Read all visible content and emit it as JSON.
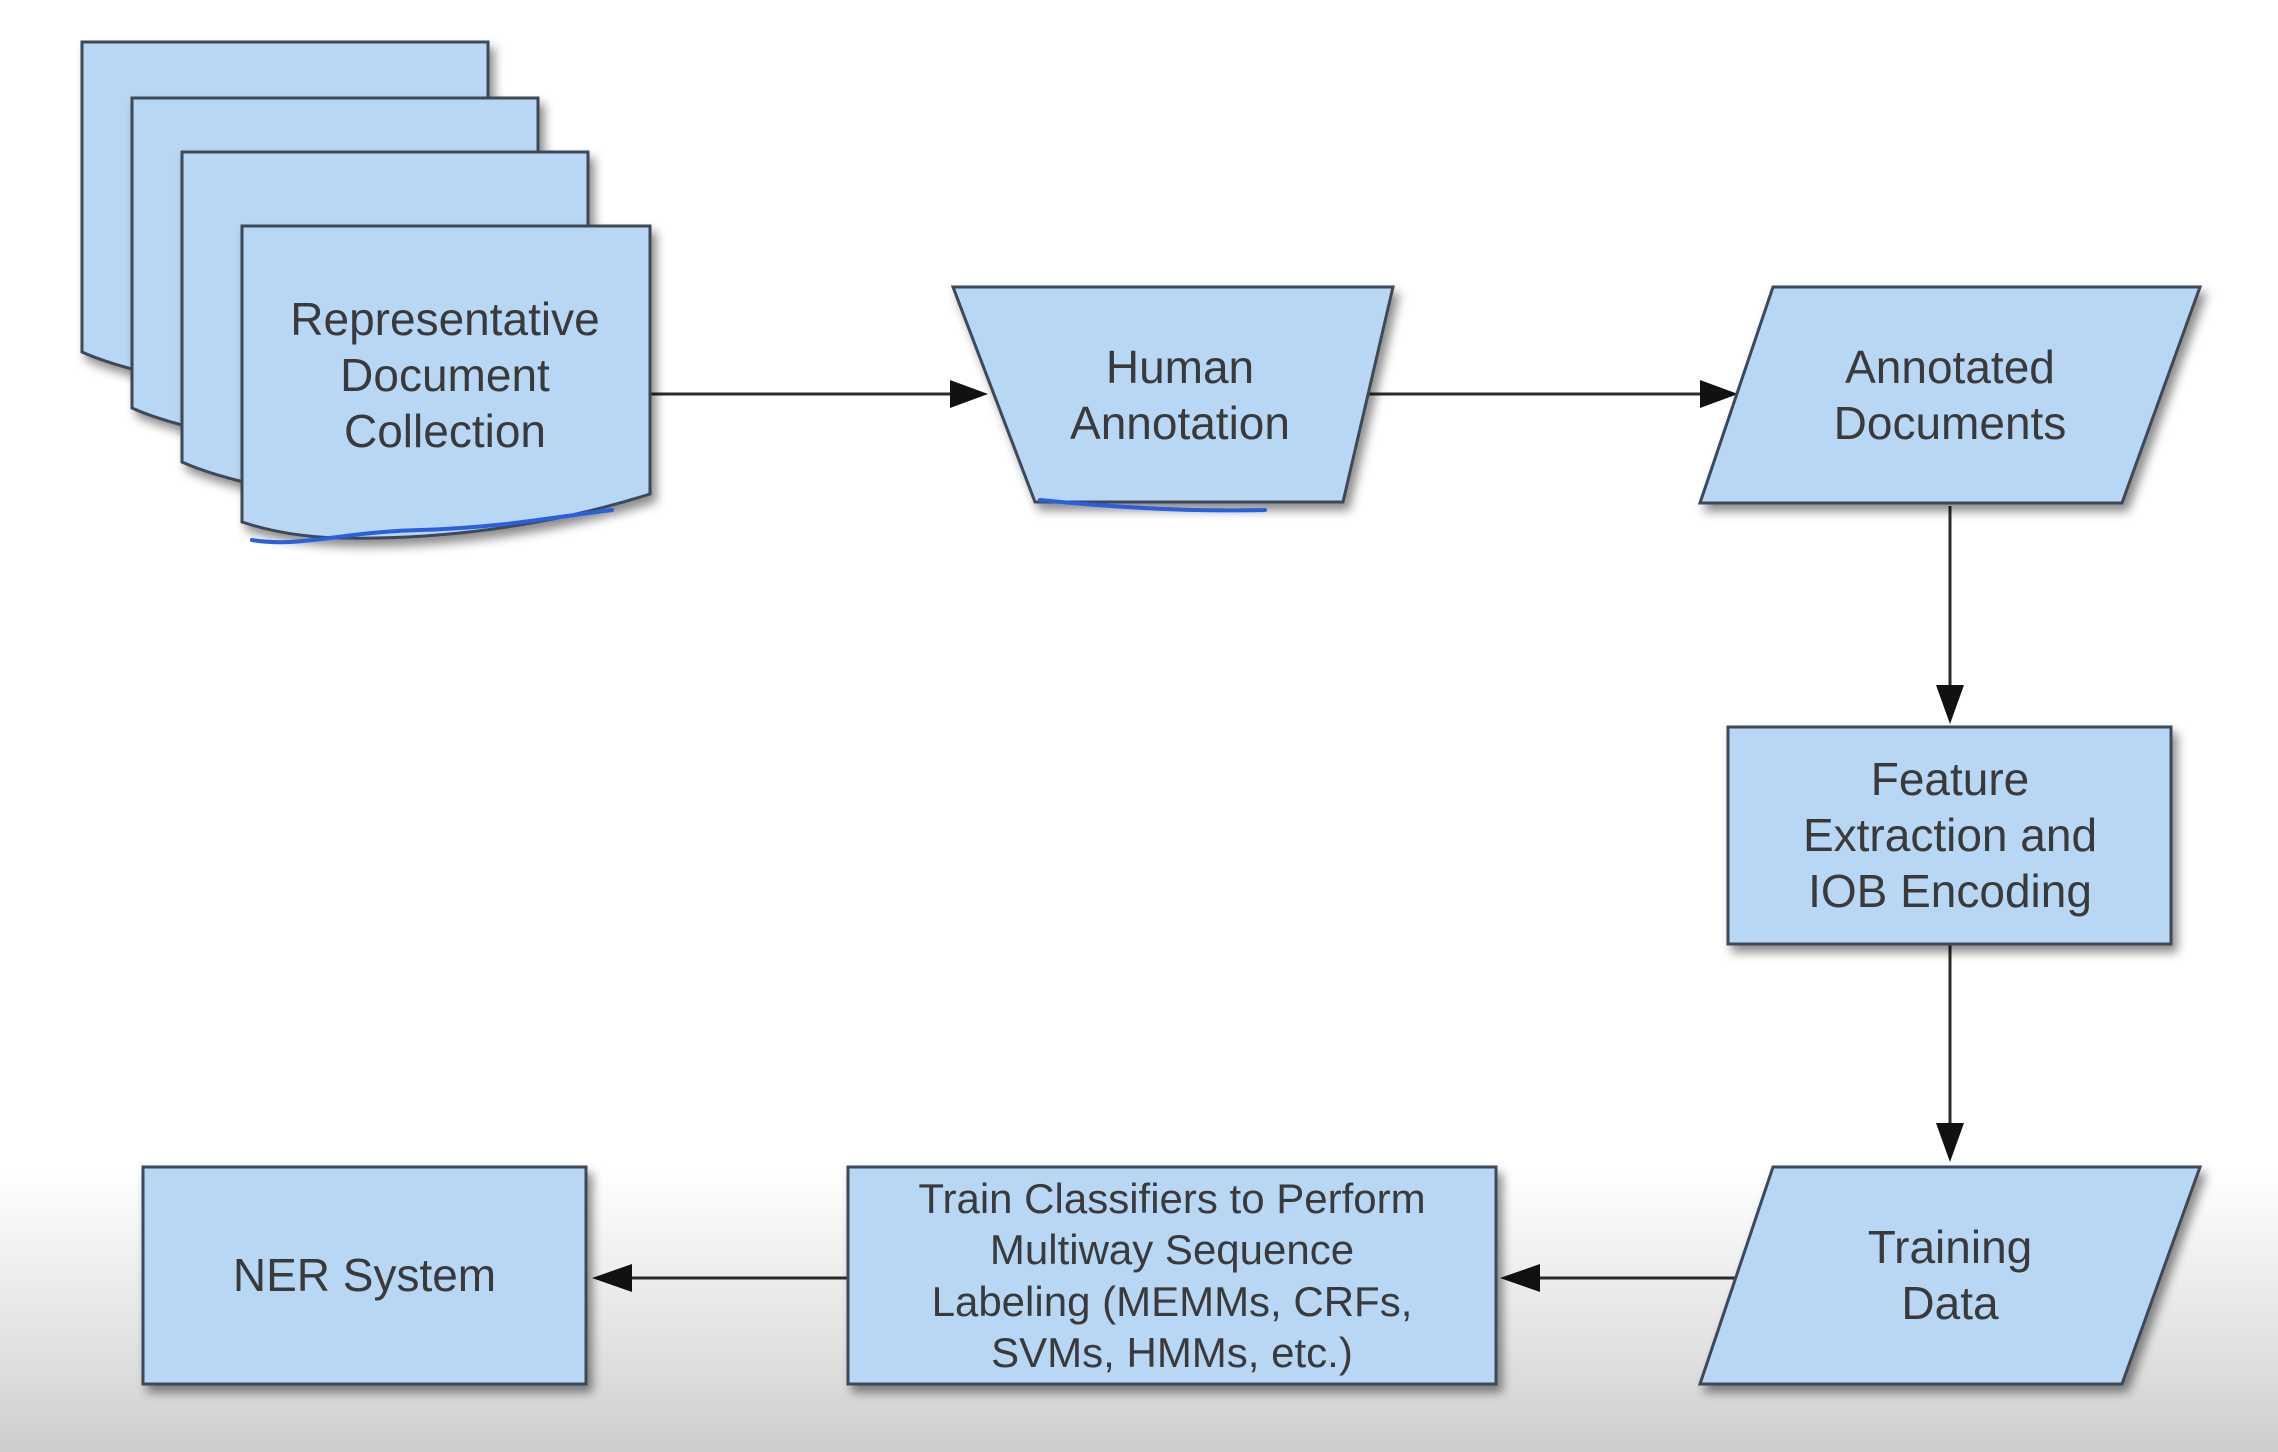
{
  "colors": {
    "box_fill": "#b8d7f5",
    "box_stroke": "#3d4a57",
    "arrow": "#2a2a2a",
    "highlight_ink": "#2a5fe0",
    "text": "#3a3a3a"
  },
  "nodes": {
    "doc_collection": "Representative\nDocument\nCollection",
    "human_annotation": "Human\nAnnotation",
    "annotated_documents": "Annotated\nDocuments",
    "feature_extraction": "Feature\nExtraction and\nIOB Encoding",
    "training_data": "Training\nData",
    "train_classifiers": "Train Classifiers to Perform\nMultiway Sequence\nLabeling (MEMMs, CRFs,\nSVMs, HMMs, etc.)",
    "ner_system": "NER System"
  }
}
